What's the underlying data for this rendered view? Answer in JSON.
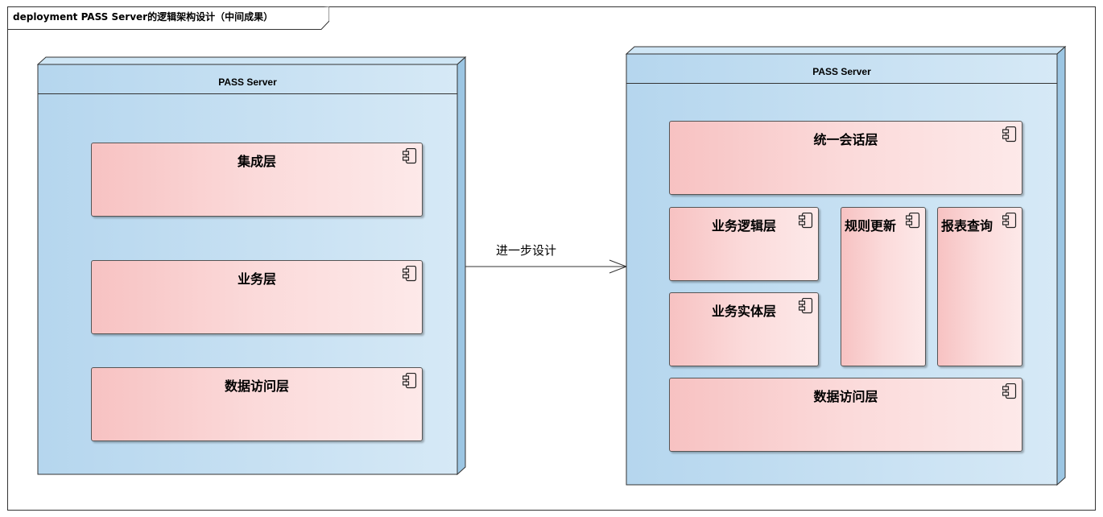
{
  "diagram": {
    "frame_title": "deployment PASS Server的逻辑架构设计（中间成果）",
    "left_node": {
      "title": "PASS Server",
      "components": [
        "集成层",
        "业务层",
        "数据访问层"
      ]
    },
    "right_node": {
      "title": "PASS Server",
      "components": {
        "session": "统一会话层",
        "logic": "业务逻辑层",
        "entity": "业务实体层",
        "rules": "规则更新",
        "report": "报表查询",
        "data": "数据访问层"
      }
    },
    "connector_label": "进一步设计",
    "icon": "component-icon",
    "colors": {
      "node_fill": "#c3dff1",
      "component_fill": "#fbd6d6",
      "border": "#333333"
    }
  }
}
